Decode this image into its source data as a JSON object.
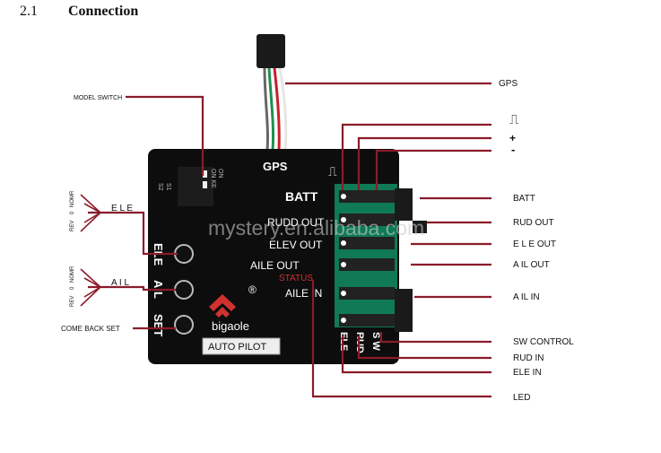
{
  "section": {
    "number": "2.1",
    "title": "Connection"
  },
  "board": {
    "top_label": "GPS",
    "dip_labels": {
      "s1": "S1",
      "s2": "S2",
      "on": "ON",
      "on_ke": "ON KE"
    },
    "port_labels": [
      "BATT",
      "RUDD OUT",
      "ELEV OUT",
      "AILE OUT",
      "AILE IN"
    ],
    "status_label": "STATUS",
    "side_labels": {
      "ele": "ELE",
      "ail": "AIL",
      "set": "SET"
    },
    "bottom_labels": [
      "ELE",
      "RUD",
      "S W"
    ],
    "brand": "bigaole",
    "brand_mark": "®",
    "badge": "AUTO PILOT",
    "header_mark": "⎍"
  },
  "watermark": "mystery.en.alibaba.com",
  "callouts_left": {
    "model_switch": "MODEL SWITCH",
    "ele": "E L E",
    "ail": "A I L",
    "come_back_set": "COME BACK SET",
    "trim_scale": {
      "rev": "REV",
      "zero": "0",
      "nomr": "NOMR"
    }
  },
  "callouts_right": {
    "gps": "GPS",
    "signal": "⎍",
    "plus": "+",
    "minus": "-",
    "batt": "BATT",
    "rud_out": "RUD  OUT",
    "ele_out": "E L E  OUT",
    "ail_out": "A IL  OUT",
    "ail_in": "A IL  IN",
    "sw_control": "SW  CONTROL",
    "rud_in": "RUD  IN",
    "ele_in": "ELE  IN",
    "led": "LED"
  },
  "colors": {
    "leader": "#8a1c2a",
    "board": "#0d0d0d",
    "pcb": "#0f7a55",
    "wire_red": "#c8202b",
    "wire_green": "#1f8f4f",
    "brand_red": "#d0322f"
  }
}
